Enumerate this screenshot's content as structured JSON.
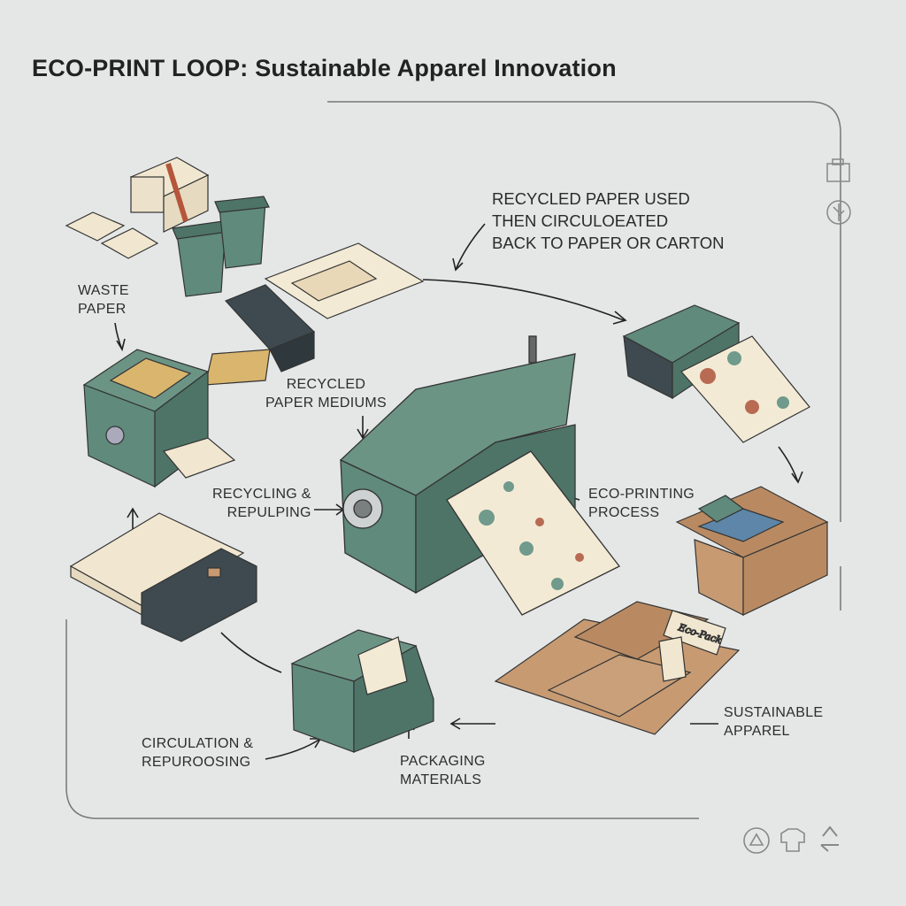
{
  "title": "ECO-PRINT LOOP: Sustainable Apparel Innovation",
  "note": {
    "lines": [
      "RECYCLED PAPER USED",
      "THEN CIRCULOEATED",
      "BACK TO PAPER OR CARTON"
    ]
  },
  "labels": {
    "waste_paper": [
      "WASTE",
      "PAPER"
    ],
    "recycled_mediums": [
      "RECYCLED",
      "PAPER MEDIUMS"
    ],
    "recycling": [
      "RECYCLING &",
      "REPULPING"
    ],
    "eco_printing": [
      "ECO-PRINTING",
      "PROCESS"
    ],
    "apparel": [
      "SUSTAINABLE",
      "APPAREL"
    ],
    "circulation": [
      "CIRCULATION &",
      "REPUROOSING"
    ],
    "packaging": [
      "PACKAGING",
      "MATERIALS"
    ]
  },
  "tag_text": "Eco-Pack",
  "colors": {
    "machine": "#5f8a7c",
    "machine_dark": "#3e4a4f",
    "cardboard": "#c79a72",
    "paper": "#f1e7d0",
    "background": "#e5e7e7"
  },
  "icons": [
    "printer-icon",
    "leaf-icon",
    "recycle-icon",
    "tshirt-cycle-icon",
    "recycle-arrows-icon"
  ]
}
